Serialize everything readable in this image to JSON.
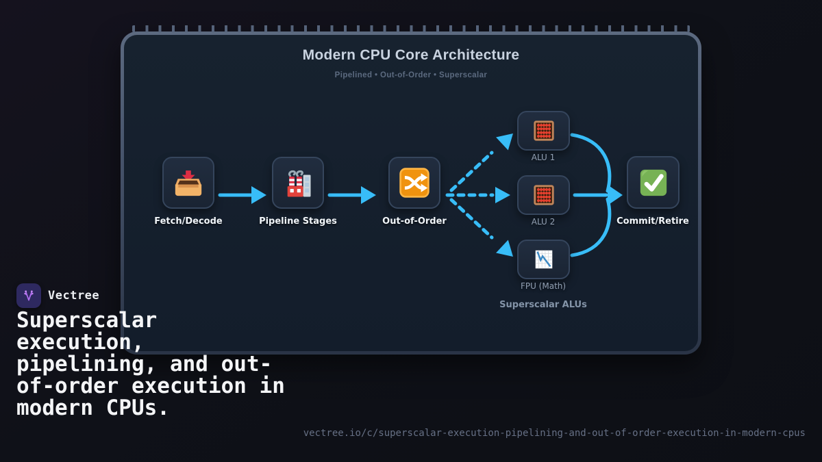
{
  "card": {
    "title": "Modern CPU Core Architecture",
    "subtitle": "Pipelined • Out-of-Order • Superscalar",
    "accent_color": "#38bdf8",
    "border_color_top": "#5c6a80",
    "background_color": "#16202e"
  },
  "diagram": {
    "nodes": [
      {
        "id": "fetch",
        "label": "Fetch/Decode",
        "icon": "inbox-tray-icon"
      },
      {
        "id": "pipeline",
        "label": "Pipeline Stages",
        "icon": "factory-icon"
      },
      {
        "id": "ooo",
        "label": "Out-of-Order",
        "icon": "shuffle-icon"
      },
      {
        "id": "alu1",
        "label": "ALU 1",
        "icon": "abacus-icon"
      },
      {
        "id": "alu2",
        "label": "ALU 2",
        "icon": "abacus-icon"
      },
      {
        "id": "fpu",
        "label": "FPU (Math)",
        "icon": "chart-decreasing-icon"
      },
      {
        "id": "commit",
        "label": "Commit/Retire",
        "icon": "check-mark-icon"
      }
    ],
    "group_label": "Superscalar ALUs",
    "flow": [
      "fetch -> pipeline (solid)",
      "pipeline -> ooo (solid)",
      "ooo -> alu1 (dashed)",
      "ooo -> alu2 (dashed)",
      "ooo -> fpu (dashed)",
      "alu1 -> commit (curve)",
      "alu2 -> commit (straight)",
      "fpu -> commit (curve)"
    ]
  },
  "footer": {
    "brand": "Vectree",
    "hook": "Superscalar execution, pipelining, and out-of-order execution in modern CPUs.",
    "url": "vectree.io/c/superscalar-execution-pipelining-and-out-of-order-execution-in-modern-cpus"
  }
}
